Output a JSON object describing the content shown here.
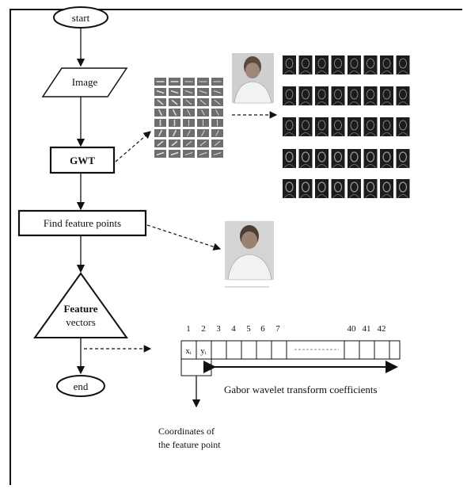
{
  "flow": {
    "start": "start",
    "image": "Image",
    "gwt": "GWT",
    "find": "Find feature points",
    "feature_line1": "Feature",
    "feature_line2": "vectors",
    "end": "end"
  },
  "vector": {
    "indices_left": [
      "1",
      "2",
      "3",
      "4",
      "5",
      "6",
      "7"
    ],
    "indices_right": [
      "40",
      "41",
      "42"
    ],
    "cell_x": "xᵢ",
    "cell_y": "yᵢ",
    "gabor_label": "Gabor wavelet transform coefficients",
    "coord_line1": "Coordinates of",
    "coord_line2": "the feature point"
  },
  "colors": {
    "ink": "#111111",
    "filter_fill": "#6e6e6e",
    "response_fill": "#1c1c1c",
    "photo_bg": "#cfcfcf"
  }
}
